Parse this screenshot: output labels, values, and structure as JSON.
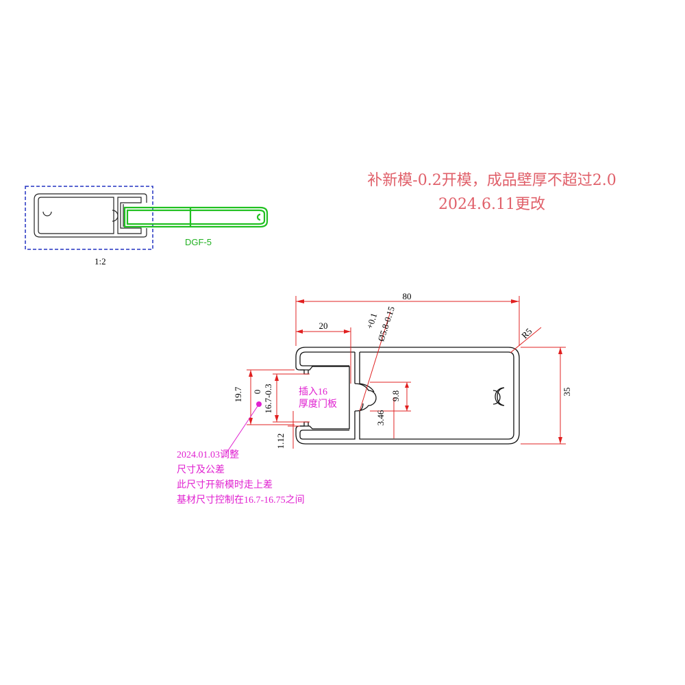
{
  "revision_note": {
    "line1": "补新模-0.2开模，成品壁厚不超过2.0",
    "line2": "2024.6.11更改"
  },
  "thumbnail": {
    "scale_label": "1:2",
    "mating_part_label": "DGF-5"
  },
  "dimensions": {
    "overall_width": "80",
    "height": "35",
    "left_slot_width": "20",
    "corner_radius": "R5",
    "hole_tol_upper": "+0.1",
    "hole_dia": "Ø5.8-0.15",
    "left_height": "19.7",
    "gap_tol": "0",
    "gap_size": "16.7-0.3",
    "small_step": "1.12",
    "center_span": "9.8",
    "center_offset": "3.46"
  },
  "insert_note": {
    "line1": "插入16",
    "line2": "厚度门板"
  },
  "adjust_note": {
    "line1": "2024.01.03调整",
    "line2": "尺寸及公差",
    "line3": "此尺寸开新模时走上差",
    "line4": "基材尺寸控制在16.7-16.75之间"
  }
}
